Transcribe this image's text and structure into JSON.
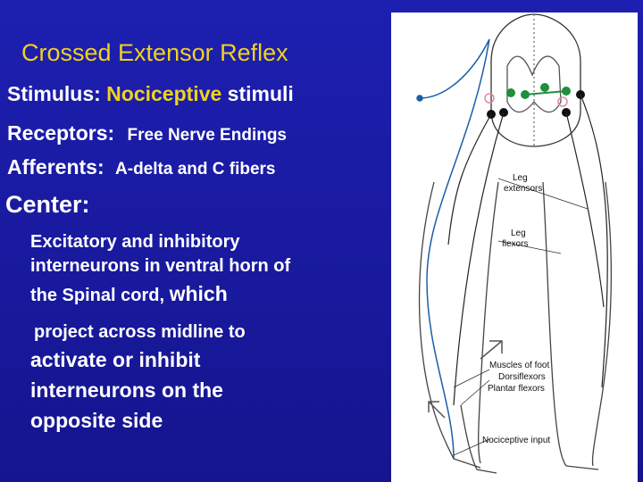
{
  "title": "Crossed Extensor Reflex",
  "stimulus": {
    "label": "Stimulus:",
    "value_highlight": "Nociceptive",
    "value_rest": " stimuli"
  },
  "receptors": {
    "label": "Receptors:",
    "value": "Free Nerve Endings"
  },
  "afferents": {
    "label": "Afferents:",
    "value": "A-delta and C fibers"
  },
  "center_heading": "Center:",
  "body_lines": [
    "Excitatory and inhibitory",
    "interneurons in ventral horn of",
    "the Spinal cord, ",
    "which",
    "project across midline to",
    "activate or inhibit",
    "interneurons on the",
    "opposite side"
  ],
  "diagram": {
    "labels": {
      "leg_extensors": [
        "Leg",
        "extensors"
      ],
      "leg_flexors": [
        "Leg",
        "flexors"
      ],
      "muscles_of_foot": "Muscles of foot",
      "dorsiflexors": "Dorsiflexors",
      "plantar_flexors": "Plantar flexors",
      "nociceptive_input": "Nociceptive input"
    },
    "colors": {
      "ink": "#222222",
      "afferent": "#1a5fa8",
      "interneuron": "#1e8f3a",
      "inhibitory": "#e08aa0"
    }
  }
}
